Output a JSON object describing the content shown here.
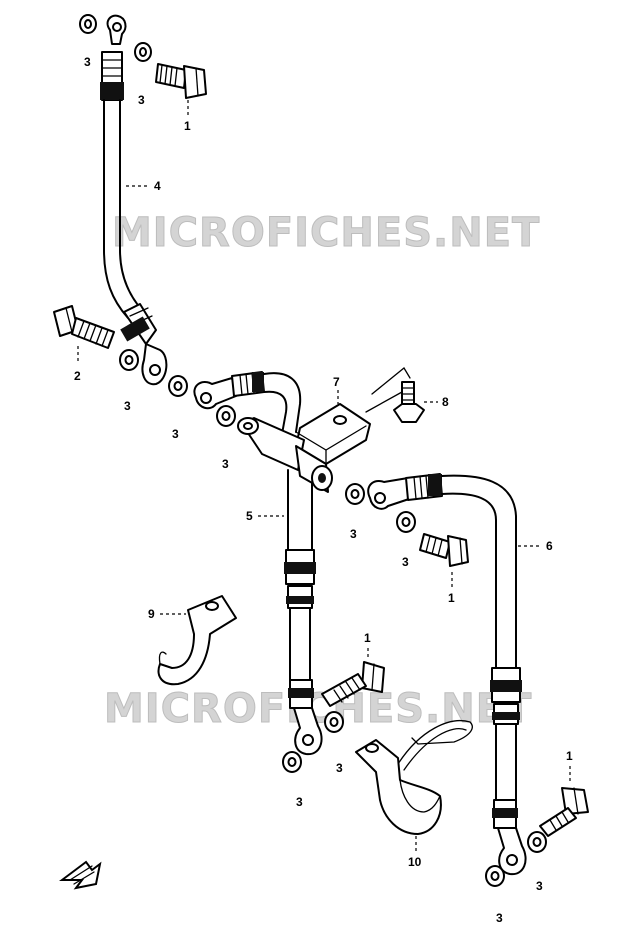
{
  "watermark": "MICROFICHES.NET",
  "callouts": {
    "bolt_top": "1",
    "bolt_mid": "1",
    "bolt_center": "1",
    "bolt_bottom": "1",
    "bolt_left": "2",
    "washer_top_a": "3",
    "washer_top_b": "3",
    "washer_left_a": "3",
    "washer_left_b": "3",
    "washer_mid_a": "3",
    "washer_mid_b": "3",
    "washer_mid_c": "3",
    "washer_low_a": "3",
    "washer_low_b": "3",
    "washer_bot_a": "3",
    "washer_bot_b": "3",
    "hose_upper": "4",
    "hose_center": "5",
    "hose_right": "6",
    "joint": "7",
    "bolt_small": "8",
    "clamp_left": "9",
    "clamp_bottom": "10"
  }
}
